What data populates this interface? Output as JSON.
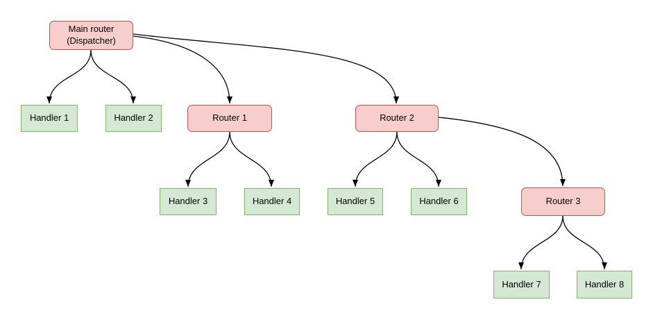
{
  "diagram": {
    "nodes": {
      "main_router": {
        "label": "Main router\n(Dispatcher)",
        "kind": "router"
      },
      "handler_1": {
        "label": "Handler 1",
        "kind": "handler"
      },
      "handler_2": {
        "label": "Handler 2",
        "kind": "handler"
      },
      "router_1": {
        "label": "Router 1",
        "kind": "router"
      },
      "router_2": {
        "label": "Router 2",
        "kind": "router"
      },
      "handler_3": {
        "label": "Handler 3",
        "kind": "handler"
      },
      "handler_4": {
        "label": "Handler 4",
        "kind": "handler"
      },
      "handler_5": {
        "label": "Handler 5",
        "kind": "handler"
      },
      "handler_6": {
        "label": "Handler 6",
        "kind": "handler"
      },
      "router_3": {
        "label": "Router 3",
        "kind": "router"
      },
      "handler_7": {
        "label": "Handler 7",
        "kind": "handler"
      },
      "handler_8": {
        "label": "Handler 8",
        "kind": "handler"
      }
    },
    "edges": [
      {
        "from": "main_router",
        "to": "handler_1"
      },
      {
        "from": "main_router",
        "to": "handler_2"
      },
      {
        "from": "main_router",
        "to": "router_1"
      },
      {
        "from": "main_router",
        "to": "router_2"
      },
      {
        "from": "router_1",
        "to": "handler_3"
      },
      {
        "from": "router_1",
        "to": "handler_4"
      },
      {
        "from": "router_2",
        "to": "handler_5"
      },
      {
        "from": "router_2",
        "to": "handler_6"
      },
      {
        "from": "router_2",
        "to": "router_3"
      },
      {
        "from": "router_3",
        "to": "handler_7"
      },
      {
        "from": "router_3",
        "to": "handler_8"
      }
    ]
  },
  "colors": {
    "router_fill": "#f8cecc",
    "router_stroke": "#b85450",
    "handler_fill": "#d5e8d4",
    "handler_stroke": "#82b366",
    "edge": "#000000",
    "background": "#ffffff",
    "text": "#000000"
  }
}
